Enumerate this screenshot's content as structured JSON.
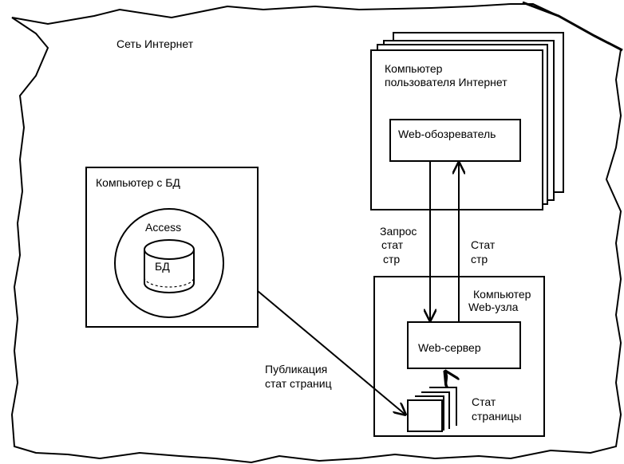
{
  "network": {
    "label": "Сеть Интернет"
  },
  "user_computer": {
    "title_line1": "Компьютер",
    "title_line2": "пользователя Интернет",
    "browser_label": "Web-обозреватель"
  },
  "db_computer": {
    "title": "Компьютер с БД",
    "app_label": "Access",
    "db_label": "БД"
  },
  "web_node": {
    "title_line1": "Компьютер",
    "title_line2": "Web-узла",
    "server_label": "Web-сервер",
    "pages_label_line1": "Стат",
    "pages_label_line2": "страницы"
  },
  "flows": {
    "request_line1": "Запрос",
    "request_line2": "стат",
    "request_line3": "стр",
    "response_line1": "Стат",
    "response_line2": "стр",
    "publish_line1": "Публикация",
    "publish_line2": "стат страниц"
  },
  "colors": {
    "stroke": "#000000",
    "background": "#ffffff"
  }
}
